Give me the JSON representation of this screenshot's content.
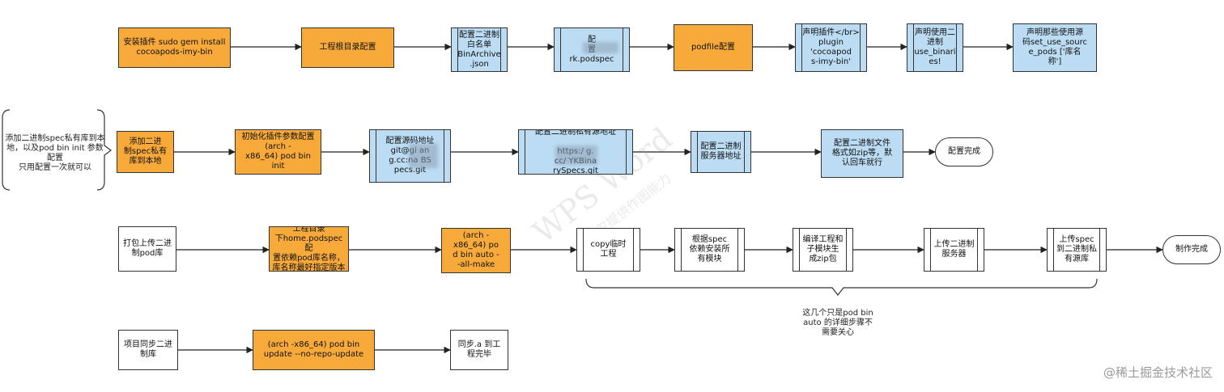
{
  "rows": [
    {
      "nodes": [
        {
          "id": "r1n1",
          "text": "安装插件 sudo gem install\ncocoapods-imy-bin",
          "style": "orange"
        },
        {
          "id": "r1n2",
          "text": "工程根目录配置",
          "style": "orange"
        },
        {
          "id": "r1n3",
          "text": "配置二进制\n白名单\nBinArchive\n.json",
          "style": "blue-sub"
        },
        {
          "id": "r1n4",
          "text": "配\n置\nrk.podspec",
          "style": "blue-sub"
        },
        {
          "id": "r1n5",
          "text": "podfile配置",
          "style": "orange"
        },
        {
          "id": "r1n6",
          "text": "声明插件</br>\nplugin\n'cocoapod\ns-imy-bin'",
          "style": "blue-sub"
        },
        {
          "id": "r1n7",
          "text": "声明使用二\n进制\nuse_binari\nes!",
          "style": "blue-sub"
        },
        {
          "id": "r1n8",
          "text": "声明那些使用源\n码set_use_sourc\ne_pods ['库名\n称']",
          "style": "blue"
        }
      ]
    },
    {
      "nodes": [
        {
          "id": "r2n1",
          "text": "添加二进\n制spec私有\n库到本地",
          "style": "orange"
        },
        {
          "id": "r2n2",
          "text": "初始化插件参数配置\n(arch -\nx86_64) pod bin\ninit",
          "style": "orange"
        },
        {
          "id": "r2n3",
          "text": "配置源码地址\ngit@gi        an\ng.cc:na      BS\npecs.git",
          "style": "blue-sub"
        },
        {
          "id": "r2n4",
          "text": "配置二进制私有源地址\n\nhttps:/              g.\ncc/             YKBina\nrySpecs.git",
          "style": "blue-sub"
        },
        {
          "id": "r2n5",
          "text": "配置二进制\n服务器地址",
          "style": "blue-sub"
        },
        {
          "id": "r2n6",
          "text": "配置二进制文件\n格式如zip等，默\n认回车就行",
          "style": "blue"
        },
        {
          "id": "r2n7",
          "text": "配置完成",
          "style": "term"
        }
      ],
      "note": "添加二进制spec私有库到本\n地，以及pod bin init 参数配置\n只用配置一次就可以"
    },
    {
      "nodes": [
        {
          "id": "r3n1",
          "text": "打包上传二进\n制pod库",
          "style": "white"
        },
        {
          "id": "r3n2",
          "text": "工程目录\n下home.podspec配\n置依赖pod库名称，\n库名称最好指定版本",
          "style": "orange"
        },
        {
          "id": "r3n3",
          "text": "(arch -\nx86_64) po\nd bin auto -\n-all-make",
          "style": "orange"
        },
        {
          "id": "r3n4",
          "text": "copy临时\n工程",
          "style": "white-sub"
        },
        {
          "id": "r3n5",
          "text": "根据spec\n依赖安装所\n有模块",
          "style": "white-sub"
        },
        {
          "id": "r3n6",
          "text": "编译工程和\n子模块生\n成zip包",
          "style": "white-sub"
        },
        {
          "id": "r3n7",
          "text": "上传二进制\n服务器",
          "style": "white-sub"
        },
        {
          "id": "r3n8",
          "text": "上传spec\n到二进制私\n有源库",
          "style": "white-sub"
        },
        {
          "id": "r3n9",
          "text": "制作完成",
          "style": "term"
        }
      ],
      "note": "这几个只是pod bin\nauto 的详细步骤不\n需要关心"
    },
    {
      "nodes": [
        {
          "id": "r4n1",
          "text": "项目同步二进\n制库",
          "style": "white"
        },
        {
          "id": "r4n2",
          "text": "(arch -x86_64) pod bin\nupdate --no-repo-update",
          "style": "orange"
        },
        {
          "id": "r4n3",
          "text": "同步.a 到工\n程完毕",
          "style": "white"
        }
      ]
    }
  ],
  "watermark": {
    "line1": "WPS Word",
    "line2": "WPS仅提供作图能力"
  },
  "credit": "@稀土掘金技术社区",
  "colors": {
    "orange": "#f7a93a",
    "blue": "#bcdcf3",
    "white": "#ffffff",
    "stroke": "#333333"
  }
}
